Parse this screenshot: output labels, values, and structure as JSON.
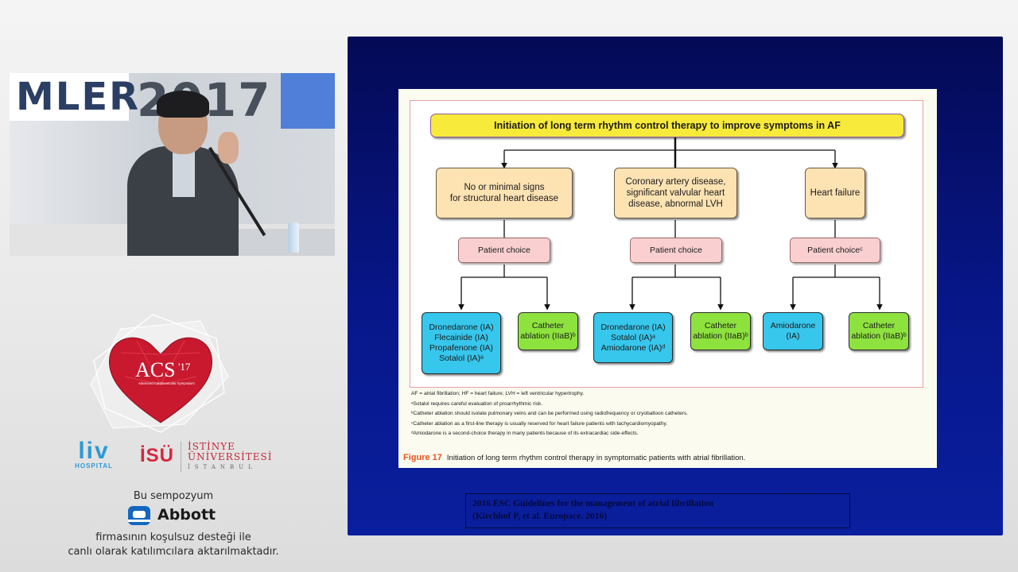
{
  "video": {
    "backdrop_text_left": "MLER",
    "backdrop_text_right": "2017"
  },
  "branding": {
    "event_logo_text": "ACS",
    "event_logo_year": "'17",
    "event_logo_tagline": "Advanced Cardiovascular Symposium",
    "liv_logo": "liv",
    "liv_sub": "HOSPITAL",
    "isu_mark": "İSÜ",
    "isu_line1": "İSTİNYE",
    "isu_line2": "ÜNİVERSİTESİ",
    "isu_city": "İSTANBUL",
    "sponsor_top": "Bu sempozyum",
    "sponsor_name": "Abbott",
    "sponsor_line2": "firmasının koşulsuz desteği ile",
    "sponsor_line3": "canlı olarak katılımcılara aktarılmaktadır.",
    "colors": {
      "liv": "#2d9ad3",
      "isu": "#d7263d",
      "acs_red": "#c8192e"
    }
  },
  "slide": {
    "flowchart": {
      "title": "Initiation of long term rhythm control therapy to improve symptoms in AF",
      "categories": [
        "No or minimal signs\nfor structural heart disease",
        "Coronary artery disease,\nsignificant valvular heart\ndisease, abnormal LVH",
        "Heart failure"
      ],
      "choices": [
        "Patient choice",
        "Patient choice",
        "Patient choiceᶜ"
      ],
      "drugs": [
        "Dronedarone (IA)\nFlecainide (IA)\nPropafenone (IA)\nSotalol (IA)ᵃ",
        "Dronedarone (IA)\nSotalol (IA)ᵃ\nAmiodarone (IA)ᵈ",
        "Amiodarone\n(IA)"
      ],
      "ablations": [
        "Catheter\nablation (IIaB)ᵇ",
        "Catheter\nablation (IIaB)ᵇ",
        "Catheter\nablation (IIaB)ᵇ"
      ],
      "colors": {
        "title": "#f7ea3a",
        "category": "#fde2b2",
        "choice": "#f9cfd0",
        "drug": "#37c6ec",
        "ablation": "#8ee23e"
      }
    },
    "footnotes": [
      "AF = atrial fibrillation; HF = heart failure; LVH = left ventricular hypertrophy.",
      "ᵃSotalol requires careful evaluation of proarrhythmic risk.",
      "ᵇCatheter ablation should isolate pulmonary veins and can be performed using radiofrequency or cryoballoon catheters.",
      "ᶜCatheter ablation as a first-line therapy is usually reserved for heart failure patients with tachycardiomyopathy.",
      "ᵈAmiodarone is a second-choice therapy in many patients because of its extracardiac side-effects."
    ],
    "figure_label": "Figure 17",
    "figure_caption": "Initiation of long term rhythm control therapy in symptomatic patients with atrial fibrillation.",
    "citation_line1": "2016 ESC Guidelines for the management of atrial fibrillation",
    "citation_line2": "(Kirchhof P, et al. Europace. 2016)"
  }
}
